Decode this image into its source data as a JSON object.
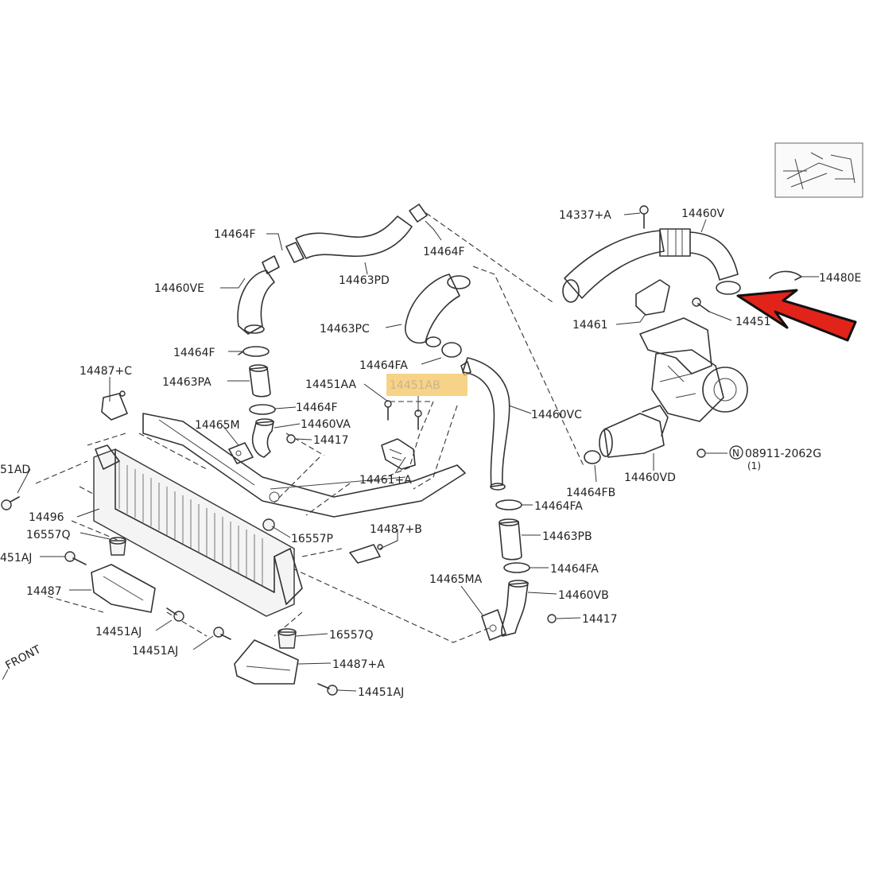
{
  "diagram": {
    "front_label": "FRONT",
    "highlight_color": "#f5c86a",
    "arrow_color": "#e2231a",
    "callouts": {
      "p14464F_a": "14464F",
      "p14464F_b": "14464F",
      "p14463PD": "14463PD",
      "p14460VE": "14460VE",
      "p14463PC": "14463PC",
      "p14464F_c": "14464F",
      "p14464FA_a": "14464FA",
      "p14463PA": "14463PA",
      "p14451AA": "14451AA",
      "p14451AB": "14451AB",
      "p14464F_d": "14464F",
      "p14487C": "14487+C",
      "p14465M": "14465M",
      "p14460VA": "14460VA",
      "p14417_a": "14417",
      "p14460VC": "14460VC",
      "p14451AD": "51AD",
      "p14461A": "14461+A",
      "p14496": "14496",
      "p16557Q_a": "16557Q",
      "p16557P": "16557P",
      "p14487B": "14487+B",
      "p14451AJ_a": "451AJ",
      "p14487": "14487",
      "p14451AJ_b": "14451AJ",
      "p14451AJ_c": "14451AJ",
      "p16557Q_b": "16557Q",
      "p14487A": "14487+A",
      "p14451AJ_d": "14451AJ",
      "p14465MA": "14465MA",
      "p14460VB": "14460VB",
      "p14417_b": "14417",
      "p14464FA_b": "14464FA",
      "p14463PB": "14463PB",
      "p14464FA_c": "14464FA",
      "p14337A": "14337+A",
      "p14460V": "14460V",
      "p14480E": "14480E",
      "p14461": "14461",
      "p14451_r": "14451",
      "p14464FB": "14464FB",
      "p14460VD": "14460VD",
      "p08911": "08911-2062G",
      "p08911_qty": "(1)",
      "p08911_prefix": "N"
    }
  }
}
